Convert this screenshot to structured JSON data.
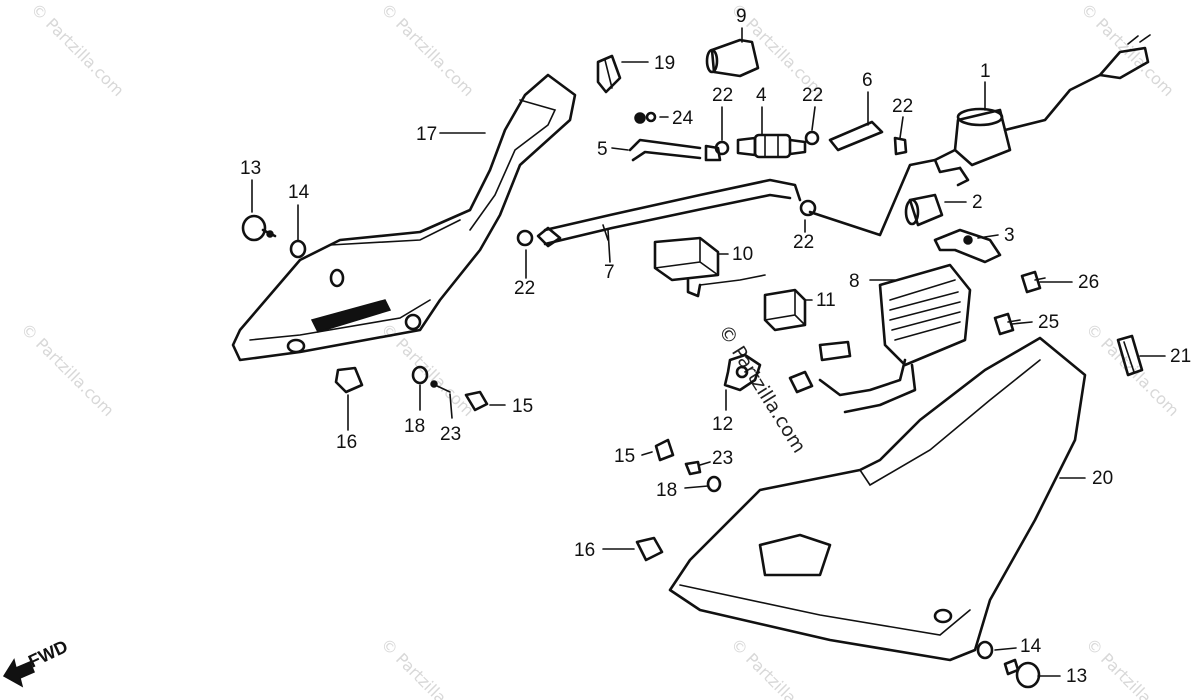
{
  "watermark": {
    "text": "© Partzilla.com",
    "center_text": "© Partzilla.com"
  },
  "direction_label": "FWD",
  "callouts": {
    "c1": "1",
    "c2": "2",
    "c3": "3",
    "c4": "4",
    "c5": "5",
    "c6": "6",
    "c7": "7",
    "c8": "8",
    "c9": "9",
    "c10": "10",
    "c11": "11",
    "c12": "12",
    "c13a": "13",
    "c13b": "13",
    "c14a": "14",
    "c14b": "14",
    "c15a": "15",
    "c15b": "15",
    "c16a": "16",
    "c16b": "16",
    "c17": "17",
    "c18a": "18",
    "c18b": "18",
    "c19": "19",
    "c20": "20",
    "c21": "21",
    "c22a": "22",
    "c22b": "22",
    "c22c": "22",
    "c22d": "22",
    "c22e": "22",
    "c23a": "23",
    "c23b": "23",
    "c24": "24",
    "c25": "25",
    "c26": "26"
  }
}
